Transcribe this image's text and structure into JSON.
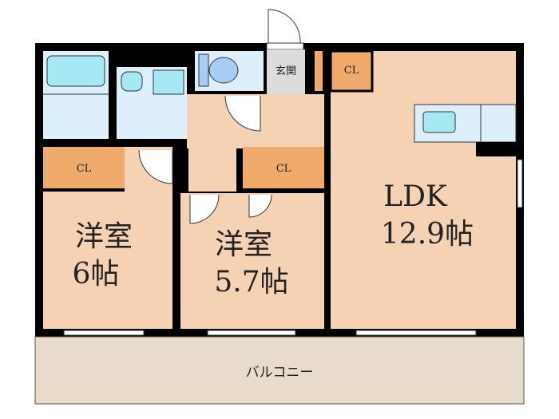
{
  "rooms": {
    "entrance": "玄関",
    "closet": "CL",
    "western1_name": "洋室",
    "western1_size": "6帖",
    "western2_name": "洋室",
    "western2_size": "5.7帖",
    "ldk_name": "LDK",
    "ldk_size": "12.9帖",
    "balcony": "バルコニー"
  },
  "colors": {
    "floor": "#f6d2b4",
    "closet": "#f0aa6c",
    "wet": "#ddeffb",
    "fixture": "#a6e8f4",
    "balcony": "#e9dbcc",
    "wall": "#000000"
  }
}
